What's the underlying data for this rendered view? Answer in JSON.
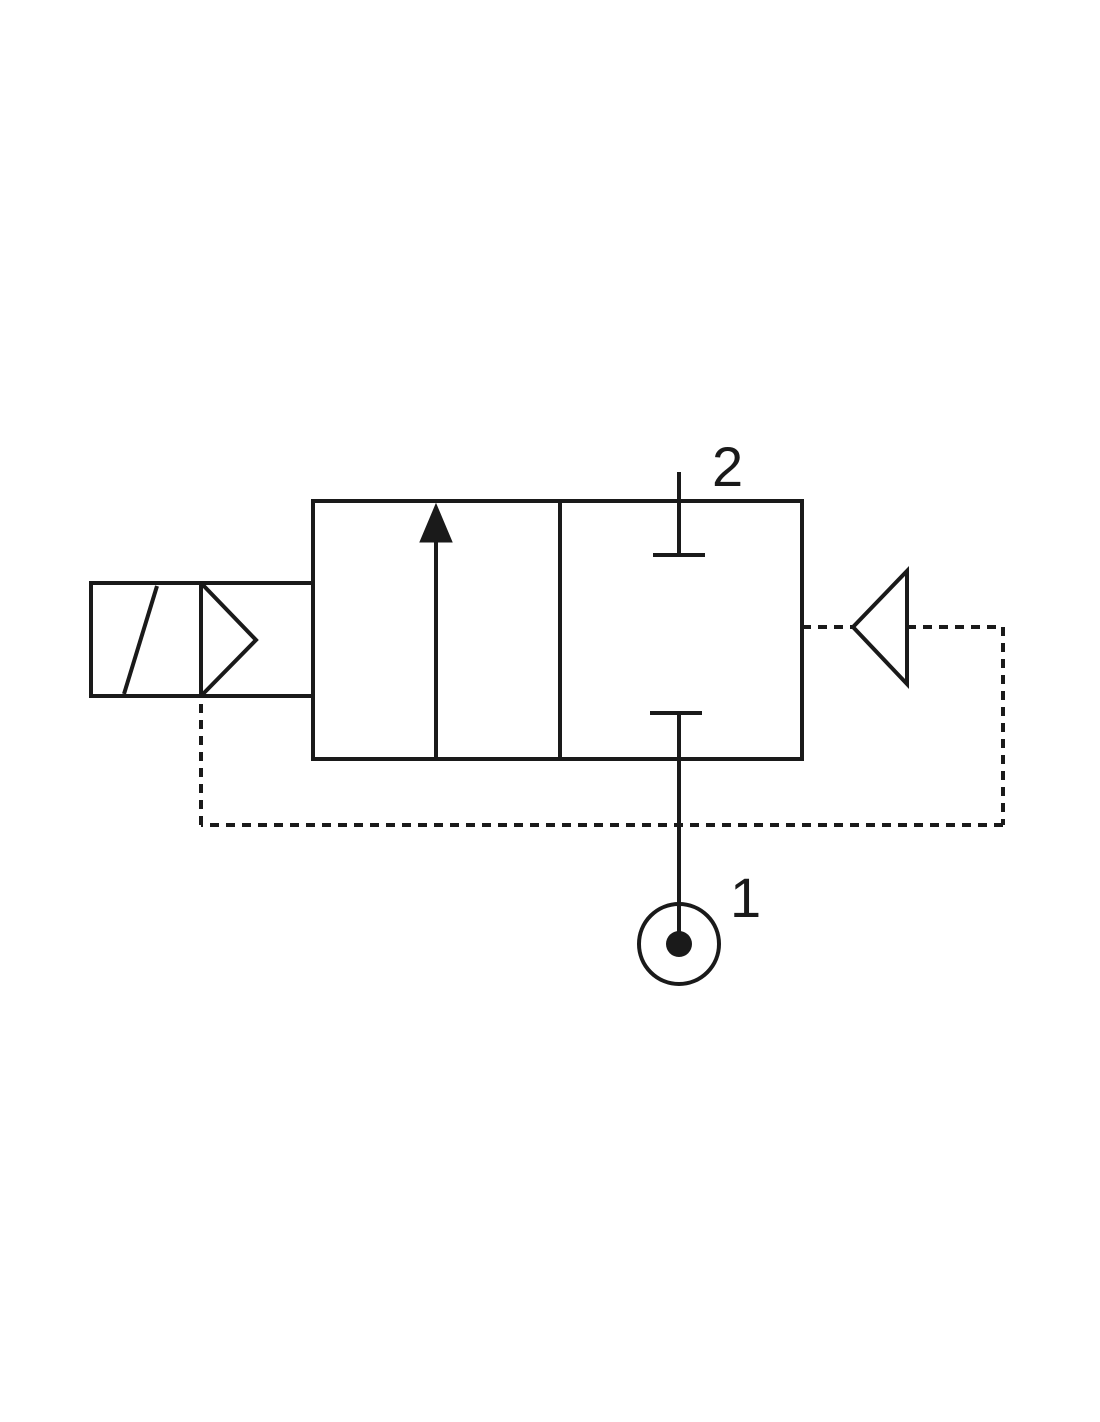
{
  "diagram": {
    "ports": [
      {
        "id": "port-2",
        "label": "2"
      },
      {
        "id": "port-1",
        "label": "1"
      }
    ],
    "colors": {
      "stroke": "#1a1a1a",
      "background": "#ffffff"
    },
    "icons": {
      "actuator": "solenoid-icon",
      "pilot": "pilot-triangle-icon",
      "supply": "pressure-source-icon",
      "flow": "flow-arrow-icon"
    }
  }
}
